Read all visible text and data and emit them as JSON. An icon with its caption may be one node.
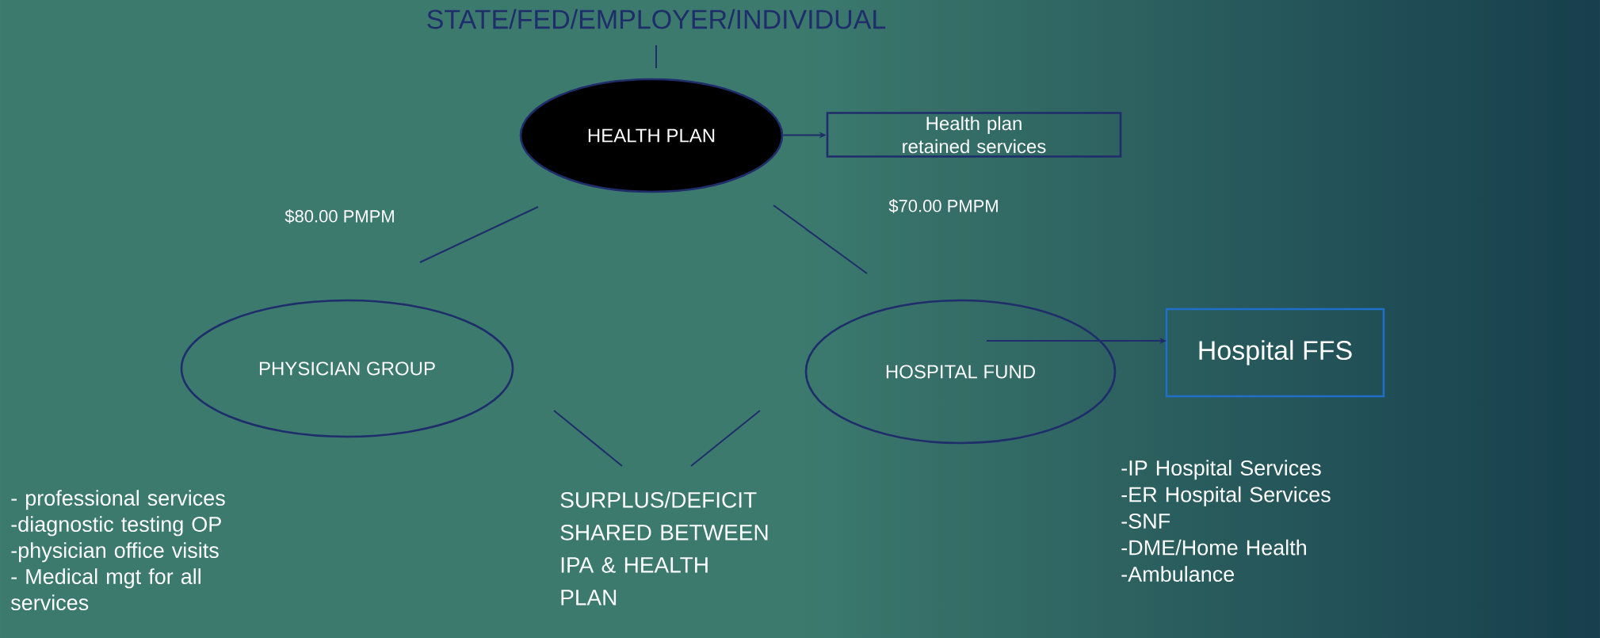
{
  "diagram": {
    "nodes": [
      {
        "text": [
          "STATE/FED/EMPLOYER/INDIVIDUAL"
        ]
      },
      {
        "text": [
          "HEALTH PLAN"
        ]
      },
      {
        "text": [
          "Health plan retained services"
        ]
      },
      {
        "text": [
          "PHYSICIAN GROUP"
        ]
      },
      {
        "text": [
          "HOSPITAL FUND"
        ]
      },
      {
        "text": [
          "Hospital FFS"
        ]
      },
      {
        "text": [
          "SURPLUS/DEFICIT SHARED BETWEEN IPA & HEALTH PLAN"
        ]
      }
    ],
    "edges": [
      {
        "from": 0,
        "to": 1,
        "arrow": "none"
      },
      {
        "from": 1,
        "to": 2,
        "arrow": "to"
      },
      {
        "from": 1,
        "to": 3,
        "arrow": "none",
        "label": "$80.00  PMPM"
      },
      {
        "from": 1,
        "to": 4,
        "arrow": "none",
        "label": "$70.00  PMPM"
      },
      {
        "from": 4,
        "to": 5,
        "arrow": "to"
      },
      {
        "from": 3,
        "to": 6,
        "arrow": "none"
      },
      {
        "from": 4,
        "to": 6,
        "arrow": "none"
      }
    ],
    "labels": [
      "- professional services",
      "-diagnostic testing OP",
      "-physician office visits",
      "- Medical mgt for all services",
      "-IP Hospital Services",
      "-ER Hospital Services",
      "-SNF",
      "-DME/Home Health",
      "-Ambulance"
    ]
  }
}
